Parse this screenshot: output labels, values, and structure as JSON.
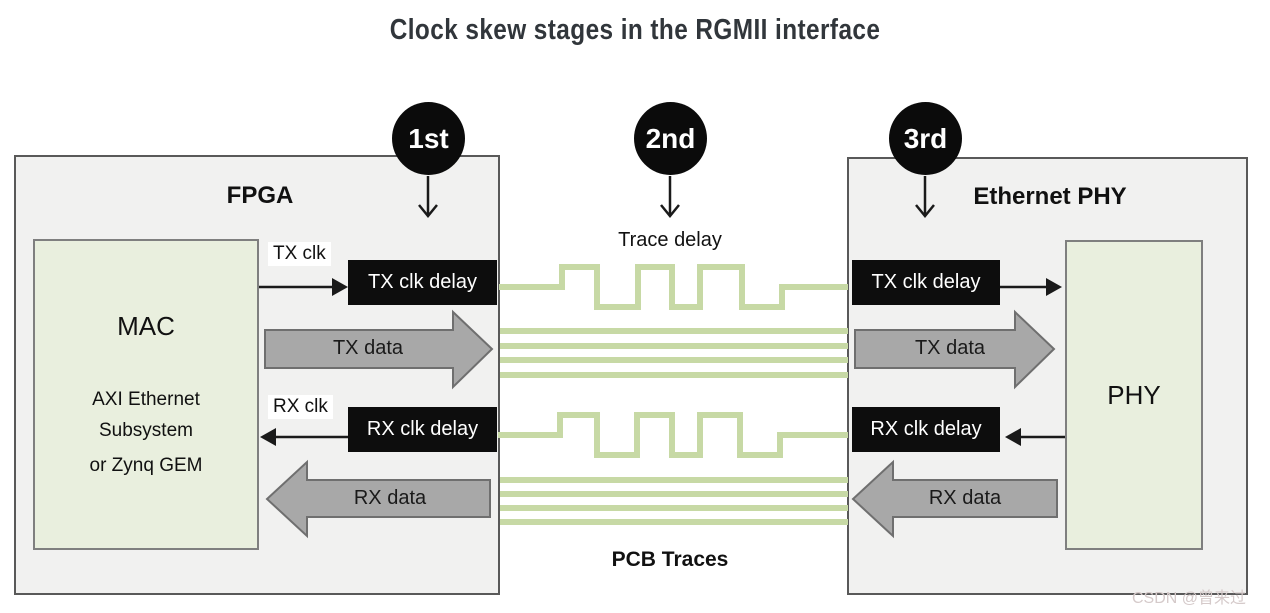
{
  "title": "Clock skew stages in the RGMII interface",
  "stages": [
    {
      "label": "1st"
    },
    {
      "label": "2nd"
    },
    {
      "label": "3rd"
    }
  ],
  "fpga": {
    "title": "FPGA",
    "mac": {
      "name": "MAC",
      "line1": "AXI Ethernet",
      "line2": "Subsystem",
      "line3": "or Zynq GEM"
    },
    "tx_clk_label": "TX clk",
    "rx_clk_label": "RX clk",
    "tx_clk_delay": "TX clk delay",
    "rx_clk_delay": "RX clk delay",
    "tx_data": "TX data",
    "rx_data": "RX data"
  },
  "phy": {
    "title": "Ethernet PHY",
    "inner": "PHY",
    "tx_clk_delay": "TX clk delay",
    "rx_clk_delay": "RX clk delay",
    "tx_data": "TX data",
    "rx_data": "RX data"
  },
  "middle": {
    "trace_delay": "Trace delay",
    "pcb_traces": "PCB Traces"
  },
  "watermark": "CSDN @曾来过",
  "colors": {
    "title_text": "#31363b",
    "outer_box_fill": "#f1f1f0",
    "outer_box_border": "#595959",
    "inner_box_fill": "#e9efde",
    "delay_box_fill": "#0d0d0d",
    "delay_box_text": "#ffffff",
    "data_arrow_fill": "#a8a8a8",
    "data_arrow_stroke": "#6f6f6f",
    "pcb_trace_green": "#c7d9a5",
    "stage_circle_fill": "#0b0b0b",
    "watermark_text": "#d5caca"
  }
}
